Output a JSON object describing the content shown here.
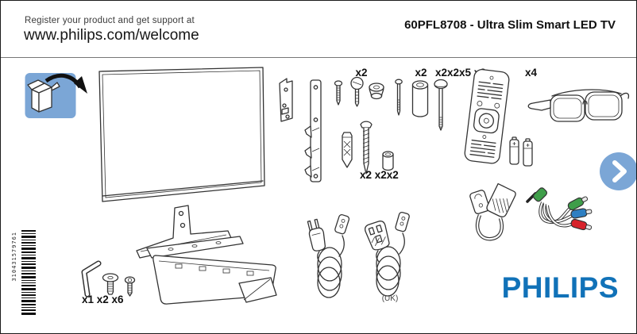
{
  "header": {
    "register_text": "Register your product and get support at",
    "welcome_url": "www.philips.com/welcome",
    "model_title": "60PFL8708 - Ultra Slim Smart LED TV"
  },
  "quantity_labels": {
    "wall_screws": "x2",
    "spacer": "x2",
    "stand_bolts": "x2x2x5 x2",
    "glasses": "x4",
    "anchors": "x2 x2x2",
    "base_screws": "x1 x2 x6"
  },
  "power_cords": {
    "uk_label": "(UK)"
  },
  "barcode": {
    "number": "310431579761"
  },
  "brand": {
    "logo_text": "PHILIPS"
  },
  "icons": {
    "unbox": "open-box-arrow-icon",
    "next": "chevron-right-circle-icon"
  },
  "colors": {
    "accent_blue": "#7ba6d6",
    "philips_blue": "#1172b8",
    "line_art": "#333333",
    "rca_green": "#3f9e4a",
    "rca_blue": "#2e7fc2",
    "rca_red": "#d7232b"
  }
}
